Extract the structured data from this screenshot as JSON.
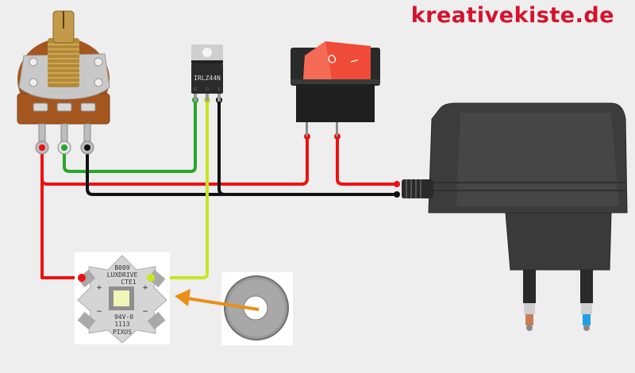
{
  "brand": {
    "text": "kreativekiste.de",
    "color": "#d4132c"
  },
  "mosfet": {
    "label": "IRLZ44N",
    "pins": [
      "G",
      "D",
      "S"
    ]
  },
  "led_board": {
    "line1": "B009",
    "line2": "LUXDRIVE",
    "line3": "CTE1",
    "line4": "94V-0",
    "line5": "1113",
    "line6": "PIXUS",
    "plus": "+",
    "minus": "−"
  },
  "switch": {
    "off_symbol": "O",
    "on_symbol": "I"
  },
  "wire_colors": {
    "red": "#ee1111",
    "green": "#2aa52a",
    "black": "#111111",
    "yellow": "#c8e61e",
    "arrow": "#e8901a"
  },
  "plug": {
    "pin_left_color": "#c87d56",
    "pin_right_color": "#1ea0e6"
  }
}
